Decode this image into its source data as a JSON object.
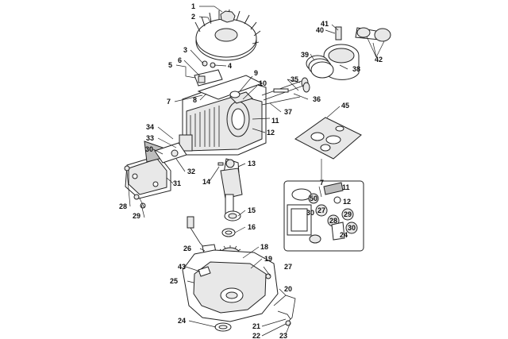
{
  "diagram": {
    "labels": {
      "l1": "1",
      "l2": "2",
      "l3": "3",
      "l4": "4",
      "l5": "5",
      "l6": "6",
      "l7a": "7",
      "l7b": "7",
      "l8": "8",
      "l9": "9",
      "l10": "10",
      "l11a": "11",
      "l11b": "11",
      "l12a": "12",
      "l12b": "12",
      "l13": "13",
      "l14": "14",
      "l15": "15",
      "l16": "16",
      "l18": "18",
      "l19": "19",
      "l20": "20",
      "l21": "21",
      "l22": "22",
      "l23": "23",
      "l24a": "24",
      "l24b": "24",
      "l25": "25",
      "l26": "26",
      "l27": "27",
      "l28": "28",
      "l29": "29",
      "l30": "30",
      "l31": "31",
      "l32": "32",
      "l33": "33",
      "l34": "34",
      "l35": "35",
      "l36": "36",
      "l37": "37",
      "l38": "38",
      "l39": "39",
      "l40": "40",
      "l41": "41",
      "l42": "42",
      "l43": "43",
      "l45": "45",
      "k50": "50",
      "k30a": "30",
      "k27": "27",
      "k28": "28",
      "k29": "29",
      "k30b": "30"
    }
  }
}
